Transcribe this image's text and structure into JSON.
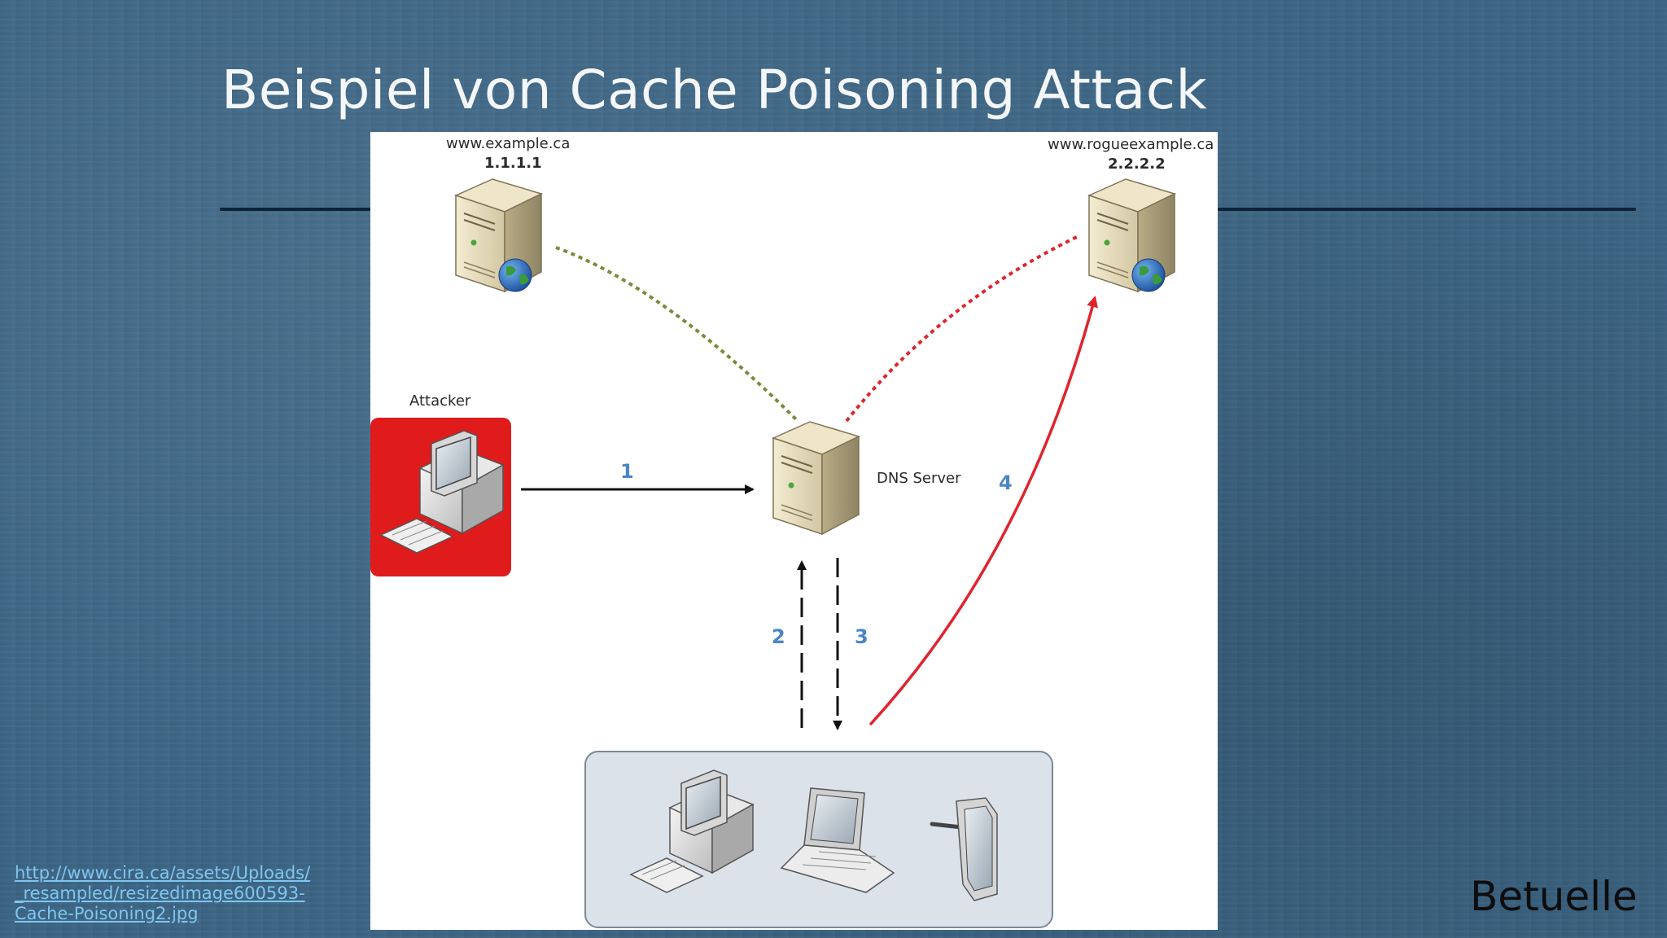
{
  "slide": {
    "title": "Beispiel von Cache Poisoning Attack",
    "source_link": "http://www.cira.ca/assets/Uploads/_resampled/resizedimage600593-Cache-Poisoning2.jpg",
    "author": "Betuelle"
  },
  "diagram": {
    "nodes": {
      "legit_server": {
        "hostname": "www.example.ca",
        "ip": "1.1.1.1",
        "icon": "server-globe-icon"
      },
      "rogue_server": {
        "hostname": "www.rogueexample.ca",
        "ip": "2.2.2.2",
        "icon": "server-globe-icon"
      },
      "attacker": {
        "label": "Attacker",
        "icon": "desktop-computer-icon"
      },
      "dns_server": {
        "label": "DNS Server",
        "icon": "server-icon"
      },
      "clients": {
        "icons": [
          "desktop-computer-icon",
          "laptop-icon",
          "tablet-icon"
        ]
      }
    },
    "steps": [
      "1",
      "2",
      "3",
      "4"
    ],
    "colors": {
      "attacker_box": "#e01b1b",
      "legit_link": "#7a8a3a",
      "rogue_link": "#e0242c",
      "arrow": "#111111",
      "step_label": "#4a86c5",
      "clients_box": "#dbe2ea"
    }
  }
}
